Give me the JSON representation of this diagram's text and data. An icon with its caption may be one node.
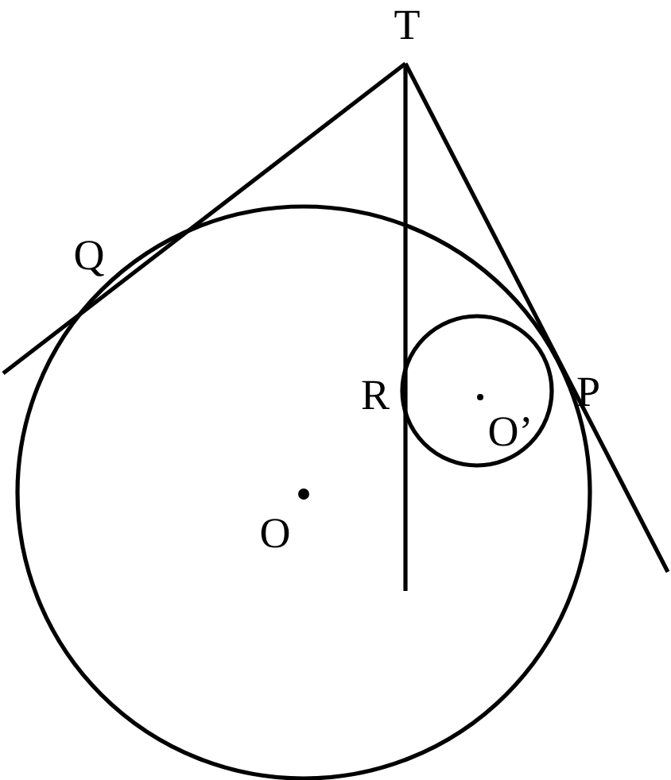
{
  "diagram": {
    "labels": [
      "T",
      "Q",
      "P",
      "R",
      "O",
      "O’"
    ]
  }
}
